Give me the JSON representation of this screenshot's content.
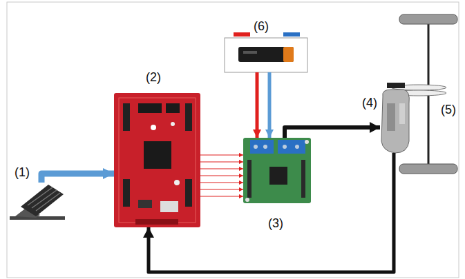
{
  "diagram": {
    "nodes": [
      {
        "text": [
          "(1)"
        ]
      },
      {
        "text": [
          "(2)"
        ]
      },
      {
        "text": [
          "(3)"
        ]
      },
      {
        "text": [
          "(4)"
        ]
      },
      {
        "text": [
          "(5)"
        ]
      },
      {
        "text": [
          "(6)"
        ]
      }
    ],
    "edges": [
      {
        "from": 0,
        "to": 1,
        "arrow": "to"
      },
      {
        "from": 1,
        "to": 2,
        "arrow": "to"
      },
      {
        "from": 5,
        "to": 2,
        "arrow": "to"
      },
      {
        "from": 5,
        "to": 2,
        "arrow": "to"
      },
      {
        "from": 2,
        "to": 3,
        "arrow": "to"
      },
      {
        "from": 3,
        "to": 1,
        "arrow": "to"
      }
    ]
  }
}
